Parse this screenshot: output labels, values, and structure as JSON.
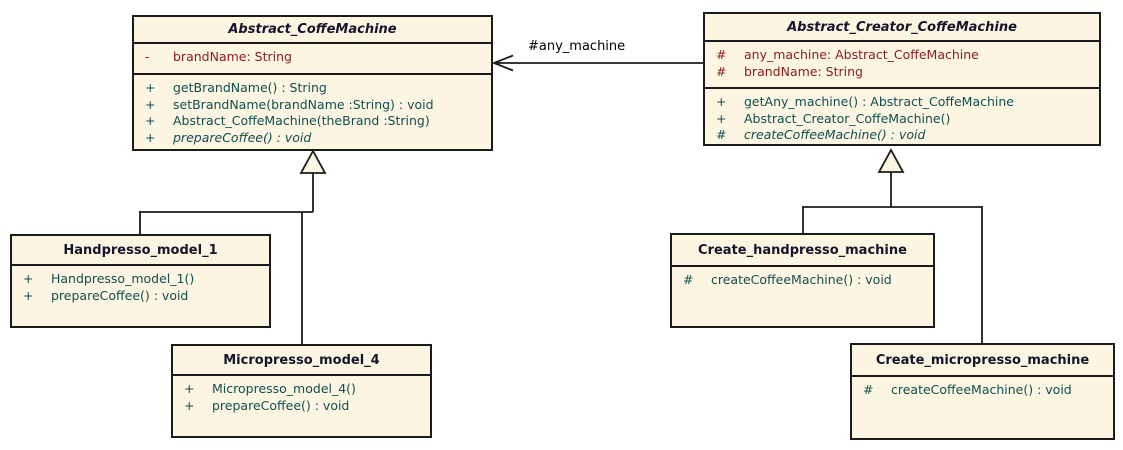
{
  "diagram": {
    "type": "uml-class-diagram",
    "pattern": "Factory Method (coffee machines)",
    "colors": {
      "box_fill": "#FBF5E2",
      "box_border": "#1b1b1b",
      "title_text": "#15152b",
      "attribute_text": "#8b1c1c",
      "operation_text": "#124e52",
      "edge_label_text": "#000000",
      "background": "#ffffff"
    },
    "classes": {
      "abstract_machine": {
        "name": "Abstract_CoffeMachine",
        "stereotype": "abstract",
        "attributes": [
          {
            "visibility": "-",
            "text": "brandName: String"
          }
        ],
        "operations": [
          {
            "visibility": "+",
            "text": "getBrandName() : String"
          },
          {
            "visibility": "+",
            "text": "setBrandName(brandName :String) : void"
          },
          {
            "visibility": "+",
            "text": "Abstract_CoffeMachine(theBrand :String)"
          },
          {
            "visibility": "+",
            "text": "prepareCoffee() : void",
            "abstract": true
          }
        ]
      },
      "abstract_creator": {
        "name": "Abstract_Creator_CoffeMachine",
        "stereotype": "abstract",
        "attributes": [
          {
            "visibility": "#",
            "text": "any_machine: Abstract_CoffeMachine"
          },
          {
            "visibility": "#",
            "text": "brandName: String"
          }
        ],
        "operations": [
          {
            "visibility": "+",
            "text": "getAny_machine() : Abstract_CoffeMachine"
          },
          {
            "visibility": "+",
            "text": "Abstract_Creator_CoffeMachine()"
          },
          {
            "visibility": "#",
            "text": "createCoffeeMachine() : void",
            "abstract": true
          }
        ]
      },
      "handpresso": {
        "name": "Handpresso_model_1",
        "operations": [
          {
            "visibility": "+",
            "text": "Handpresso_model_1()"
          },
          {
            "visibility": "+",
            "text": "prepareCoffee() : void"
          }
        ]
      },
      "micropresso": {
        "name": "Micropresso_model_4",
        "operations": [
          {
            "visibility": "+",
            "text": "Micropresso_model_4()"
          },
          {
            "visibility": "+",
            "text": "prepareCoffee() : void"
          }
        ]
      },
      "create_handpresso": {
        "name": "Create_handpresso_machine",
        "operations": [
          {
            "visibility": "#",
            "text": "createCoffeeMachine() : void"
          }
        ]
      },
      "create_micropresso": {
        "name": "Create_micropresso_machine",
        "operations": [
          {
            "visibility": "#",
            "text": "createCoffeeMachine() : void"
          }
        ]
      }
    },
    "relationships": [
      {
        "type": "directed-association",
        "from": "Abstract_Creator_CoffeMachine",
        "to": "Abstract_CoffeMachine",
        "label": "#any_machine"
      },
      {
        "type": "generalization",
        "from": "Handpresso_model_1",
        "to": "Abstract_CoffeMachine"
      },
      {
        "type": "generalization",
        "from": "Micropresso_model_4",
        "to": "Abstract_CoffeMachine"
      },
      {
        "type": "generalization",
        "from": "Create_handpresso_machine",
        "to": "Abstract_Creator_CoffeMachine"
      },
      {
        "type": "generalization",
        "from": "Create_micropresso_machine",
        "to": "Abstract_Creator_CoffeMachine"
      }
    ],
    "association_label": "#any_machine"
  }
}
